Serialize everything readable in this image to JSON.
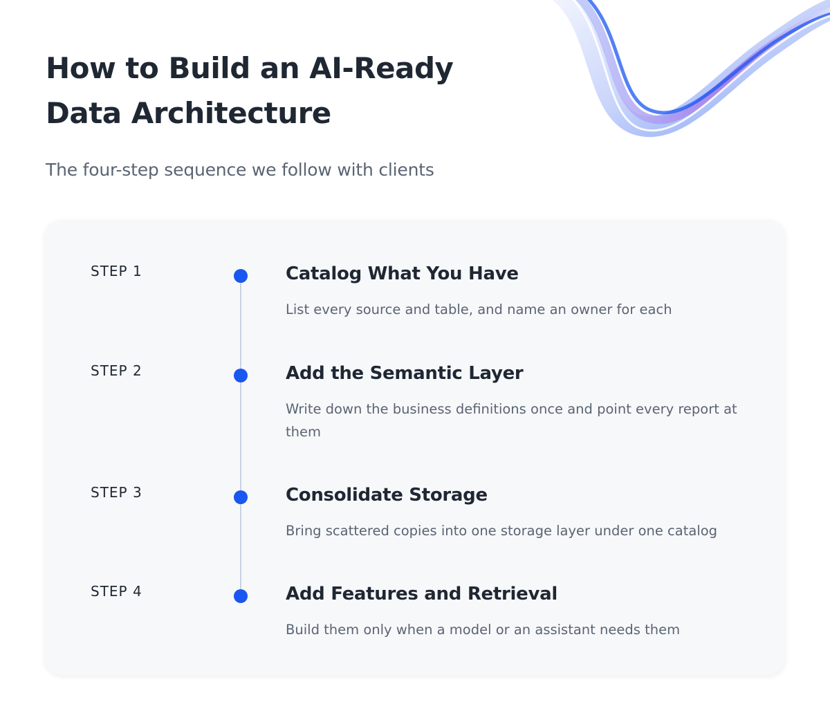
{
  "header": {
    "title": "How to Build an AI-Ready Data Architecture",
    "subtitle": "The four-step sequence we follow with clients"
  },
  "decoration": {
    "ribbon_colors": [
      "#1a56f0",
      "#6f8cf5",
      "#b9c8fb",
      "#a276e8",
      "#e7ecfd"
    ]
  },
  "steps": [
    {
      "label": "STEP 1",
      "title": "Catalog What You Have",
      "description": "List every source and table, and name an owner for each"
    },
    {
      "label": "STEP 2",
      "title": "Add the Semantic Layer",
      "description": "Write down the business definitions once and point every report at them"
    },
    {
      "label": "STEP 3",
      "title": "Consolidate Storage",
      "description": "Bring scattered copies into one storage layer under one catalog"
    },
    {
      "label": "STEP 4",
      "title": "Add Features and Retrieval",
      "description": "Build them only when a model or an assistant needs them"
    }
  ],
  "colors": {
    "accent": "#1a56f0",
    "heading": "#1f2733",
    "body_text": "#5a6472",
    "card_background": "#f7f8fa",
    "timeline": "#c9d2e3"
  }
}
